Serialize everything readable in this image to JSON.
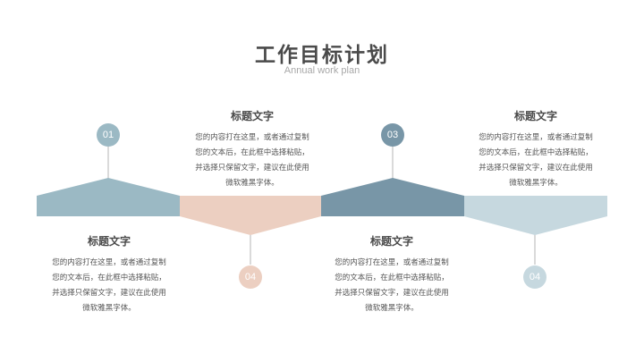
{
  "header": {
    "title": "工作目标计划",
    "subtitle": "Annual work plan"
  },
  "colors": {
    "seg1": "#9bb9c4",
    "seg2": "#eccfc1",
    "seg3": "#7896a7",
    "seg4": "#c6d8df"
  },
  "nodes": [
    {
      "num": "01",
      "heading": "标题文字",
      "lines": [
        "您的内容打在这里，或者通过复制",
        "您的文本后，在此框中选择粘贴，",
        "并选择只保留文字，建议在此使用",
        "微软雅黑字体。"
      ]
    },
    {
      "num": "04",
      "heading": "标题文字",
      "lines": [
        "您的内容打在这里，或者通过复制",
        "您的文本后，在此框中选择粘贴，",
        "并选择只保留文字，建议在此使用",
        "微软雅黑字体。"
      ]
    },
    {
      "num": "03",
      "heading": "标题文字",
      "lines": [
        "您的内容打在这里，或者通过复制",
        "您的文本后，在此框中选择粘贴，",
        "并选择只保留文字，建议在此使用",
        "微软雅黑字体。"
      ]
    },
    {
      "num": "04",
      "heading": "标题文字",
      "lines": [
        "您的内容打在这里，或者通过复制",
        "您的文本后，在此框中选择粘贴，",
        "并选择只保留文字，建议在此使用",
        "微软雅黑字体。"
      ]
    }
  ]
}
